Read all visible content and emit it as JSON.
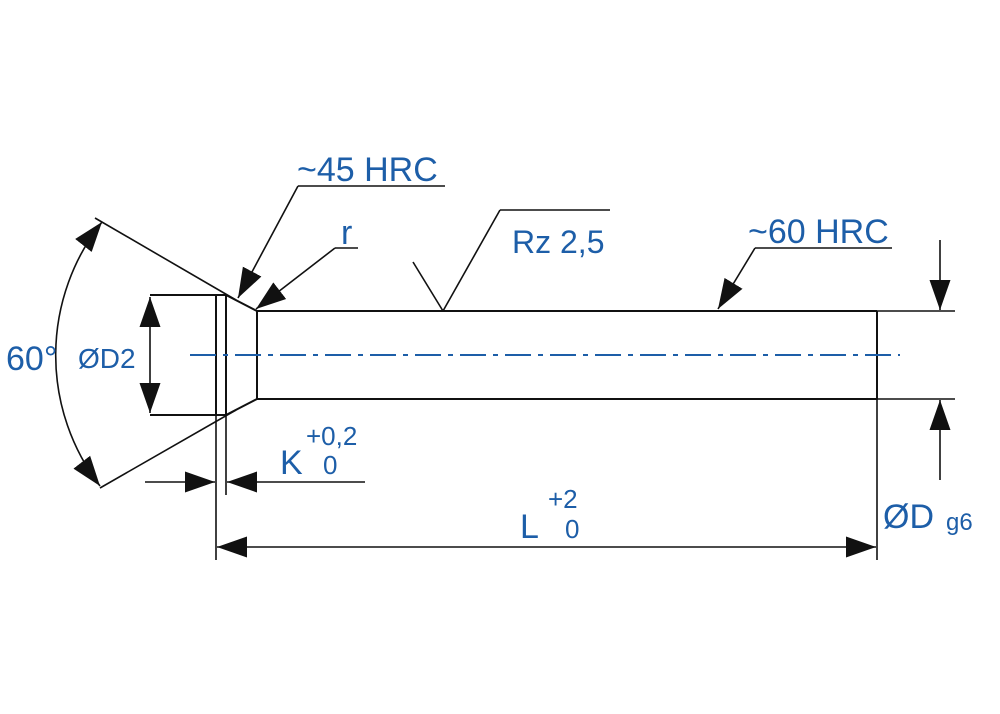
{
  "labels": {
    "head_hardness": "~45 HRC",
    "fillet": "r",
    "roughness": "Rz 2,5",
    "shank_hardness": "~60 HRC",
    "angle": "60°",
    "head_diameter": "ØD2",
    "head_height": "K",
    "head_height_tol_upper": "+0,2",
    "head_height_tol_lower": "0",
    "length": "L",
    "length_tol_upper": "+2",
    "length_tol_lower": "0",
    "shank_diameter": "ØD",
    "shank_fit": "g6"
  },
  "colors": {
    "text_blue": "#1d5ea8",
    "text_black": "#111111",
    "centerline": "#1d5ea8",
    "lines": "#111111"
  }
}
